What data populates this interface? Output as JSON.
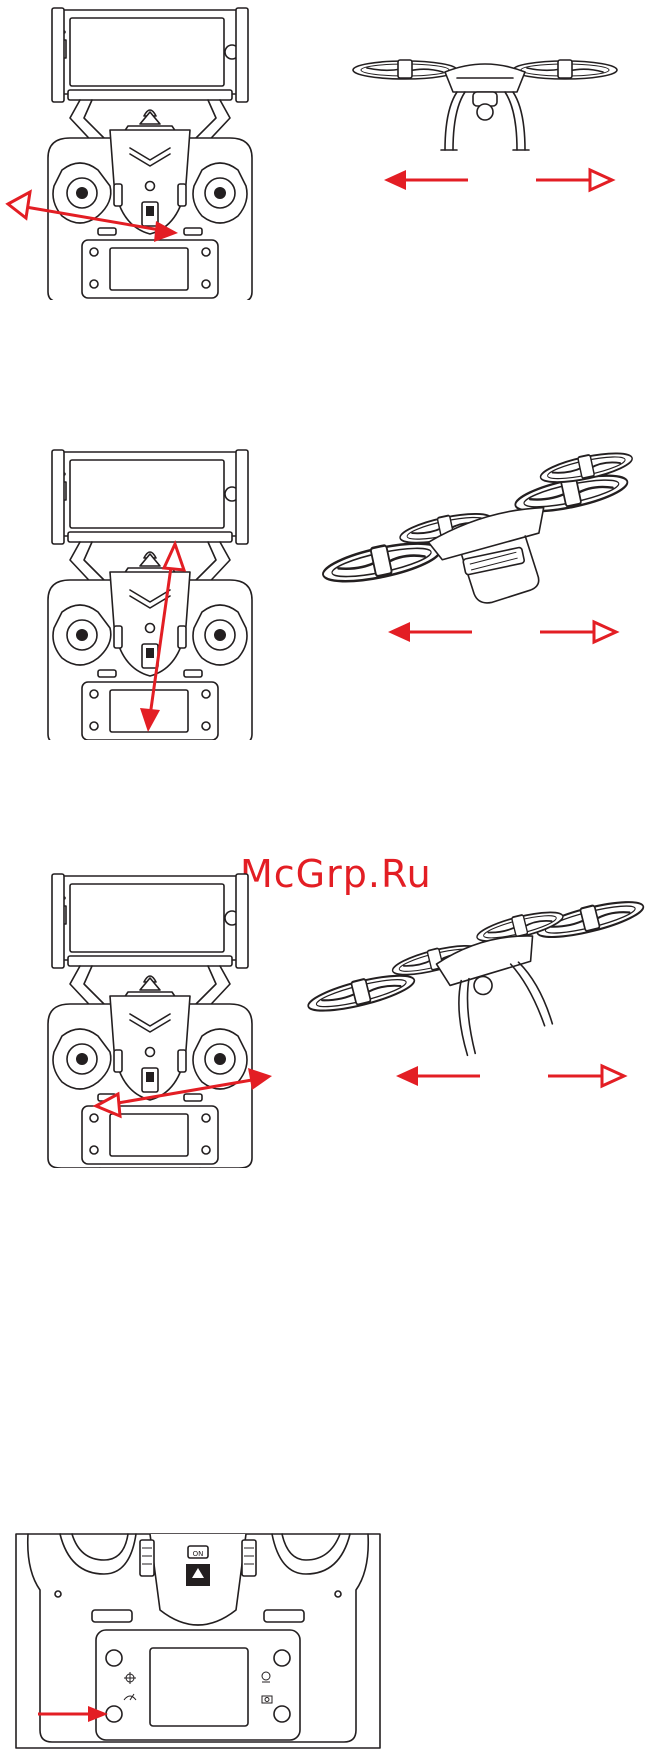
{
  "watermark": "McGrp.Ru",
  "icons": {
    "controller": "remote-controller-with-phone",
    "drone_front": "quadcopter-front-view",
    "drone_tilted_forward": "quadcopter-tilted-forward",
    "drone_tilted_side": "quadcopter-tilted-side",
    "detail": "controller-lower-panel-detail",
    "arrow_left": "red-left-arrow",
    "arrow_right": "red-right-hollow-arrow"
  },
  "colors": {
    "accent": "#e31e24",
    "line": "#231f20",
    "background": "#ffffff"
  },
  "detail_panel": {
    "on_label": "ON"
  }
}
